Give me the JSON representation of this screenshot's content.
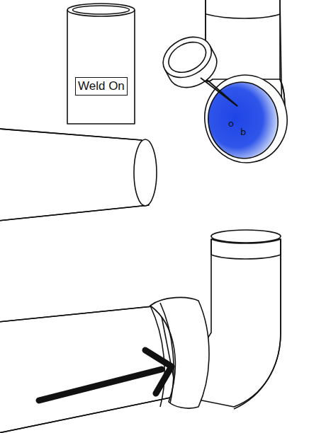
{
  "diagram": {
    "nodes": [
      {
        "text": [
          "Weld On"
        ]
      }
    ],
    "labels": [
      "o",
      "b"
    ]
  }
}
